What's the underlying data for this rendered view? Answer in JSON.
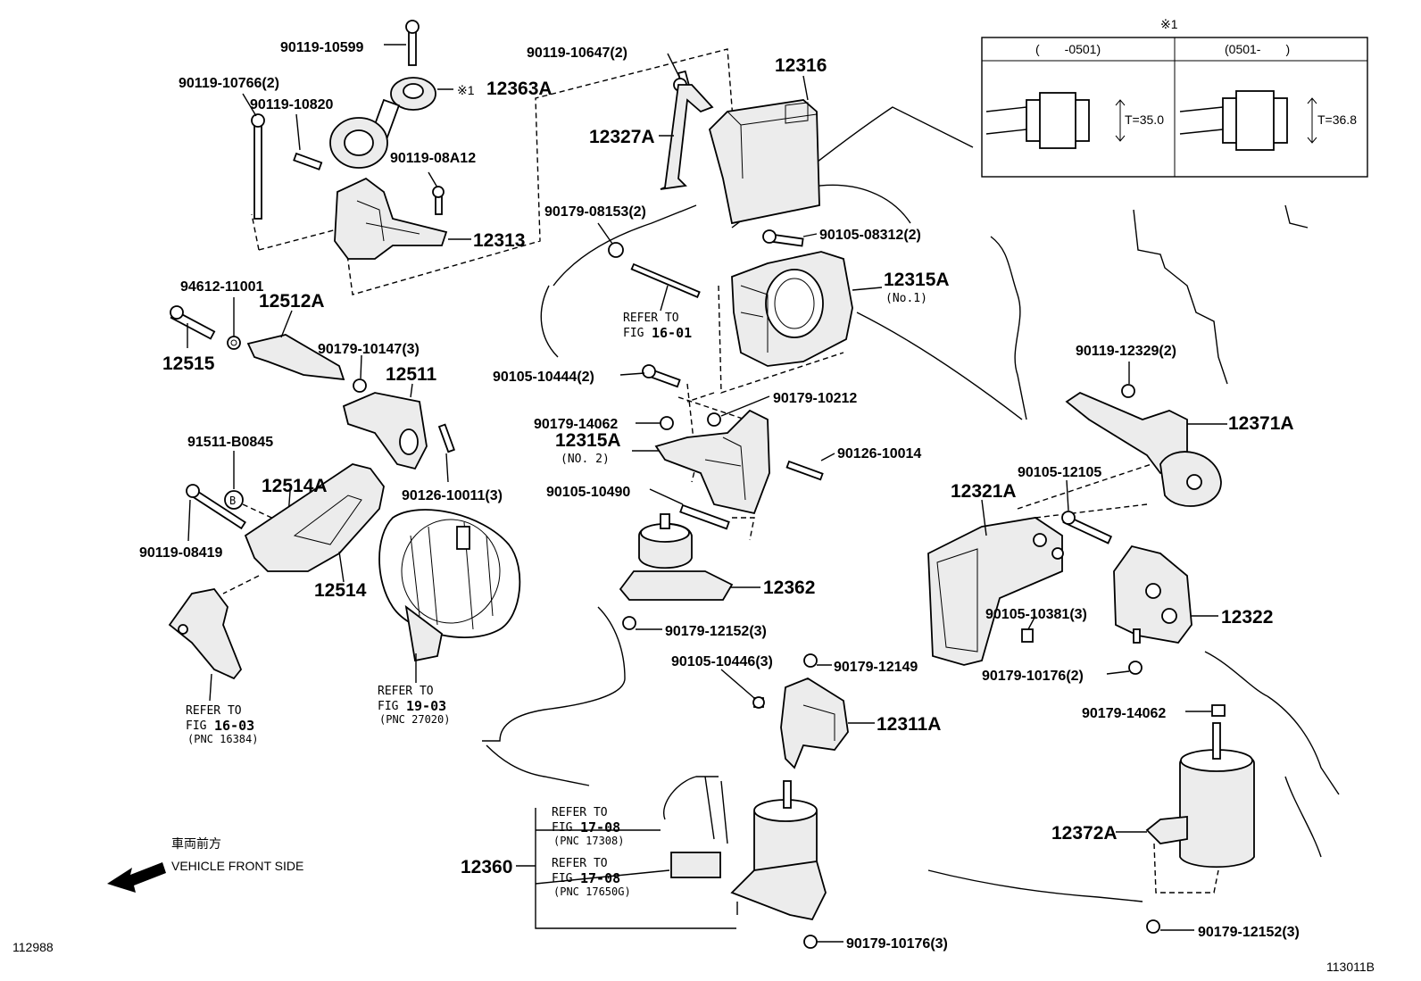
{
  "labels": {
    "p90119_10599": "90119-10599",
    "p90119_10766": "90119-10766(2)",
    "p90119_10820": "90119-10820",
    "p12363a": "12363A",
    "note_mark": "※1",
    "p90119_08a12": "90119-08A12",
    "p12313": "12313",
    "p90119_10647": "90119-10647(2)",
    "p12316": "12316",
    "p12327a": "12327A",
    "p90179_08153": "90179-08153(2)",
    "p90105_08312": "90105-08312(2)",
    "p12315a_1": "12315A",
    "p12315a_1_sub": "(No.1)",
    "p94612_11001": "94612-11001",
    "p12512a": "12512A",
    "p12515": "12515",
    "p90179_10147": "90179-10147(3)",
    "p12511": "12511",
    "p90105_10444": "90105-10444(2)",
    "p90179_10212": "90179-10212",
    "p90179_14062_a": "90179-14062",
    "p12315a_2": "12315A",
    "p12315a_2_sub": "(NO. 2)",
    "p90126_10014": "90126-10014",
    "p91511_b0845": "91511-B0845",
    "circle_b": "B",
    "p12514a": "12514A",
    "p90126_10011": "90126-10011(3)",
    "p90105_10490": "90105-10490",
    "p90119_08419": "90119-08419",
    "p12514": "12514",
    "p12362": "12362",
    "p90179_12152_a": "90179-12152(3)",
    "p90105_10446": "90105-10446(3)",
    "p90179_12149": "90179-12149",
    "p12311a": "12311A",
    "p90119_12329": "90119-12329(2)",
    "p12371a": "12371A",
    "p90105_12105": "90105-12105",
    "p12321a": "12321A",
    "p90105_10381": "90105-10381(3)",
    "p12322": "12322",
    "p90179_10176_a": "90179-10176(2)",
    "p90179_14062_b": "90179-14062",
    "p12372a": "12372A",
    "p90179_12152_b": "90179-12152(3)",
    "p12360": "12360",
    "p90179_10176_b": "90179-10176(3)"
  },
  "references": {
    "fig16_01": {
      "line1": "REFER TO",
      "line2": "FIG",
      "line2b": "16-01"
    },
    "fig16_03": {
      "line1": "REFER TO",
      "line2": "FIG",
      "line2b": "16-03",
      "line3": "(PNC 16384)"
    },
    "fig19_03": {
      "line1": "REFER TO",
      "line2": "FIG",
      "line2b": "19-03",
      "line3": "(PNC 27020)"
    },
    "fig17_08a": {
      "line1": "REFER TO",
      "line2": "FIG",
      "line2b": "17-08",
      "line3": "(PNC 17308)"
    },
    "fig17_08b": {
      "line1": "REFER TO",
      "line2": "FIG",
      "line2b": "17-08",
      "line3": "(PNC 17650G)"
    }
  },
  "inset": {
    "mark": "※1",
    "col1_header": "(　　-0501)",
    "col2_header": "(0501-　　)",
    "col1_dim": "T=35.0",
    "col2_dim": "T=36.8"
  },
  "direction": {
    "jp": "車両前方",
    "en": "VEHICLE FRONT SIDE"
  },
  "codes": {
    "left": "112988",
    "right": "113011B"
  }
}
